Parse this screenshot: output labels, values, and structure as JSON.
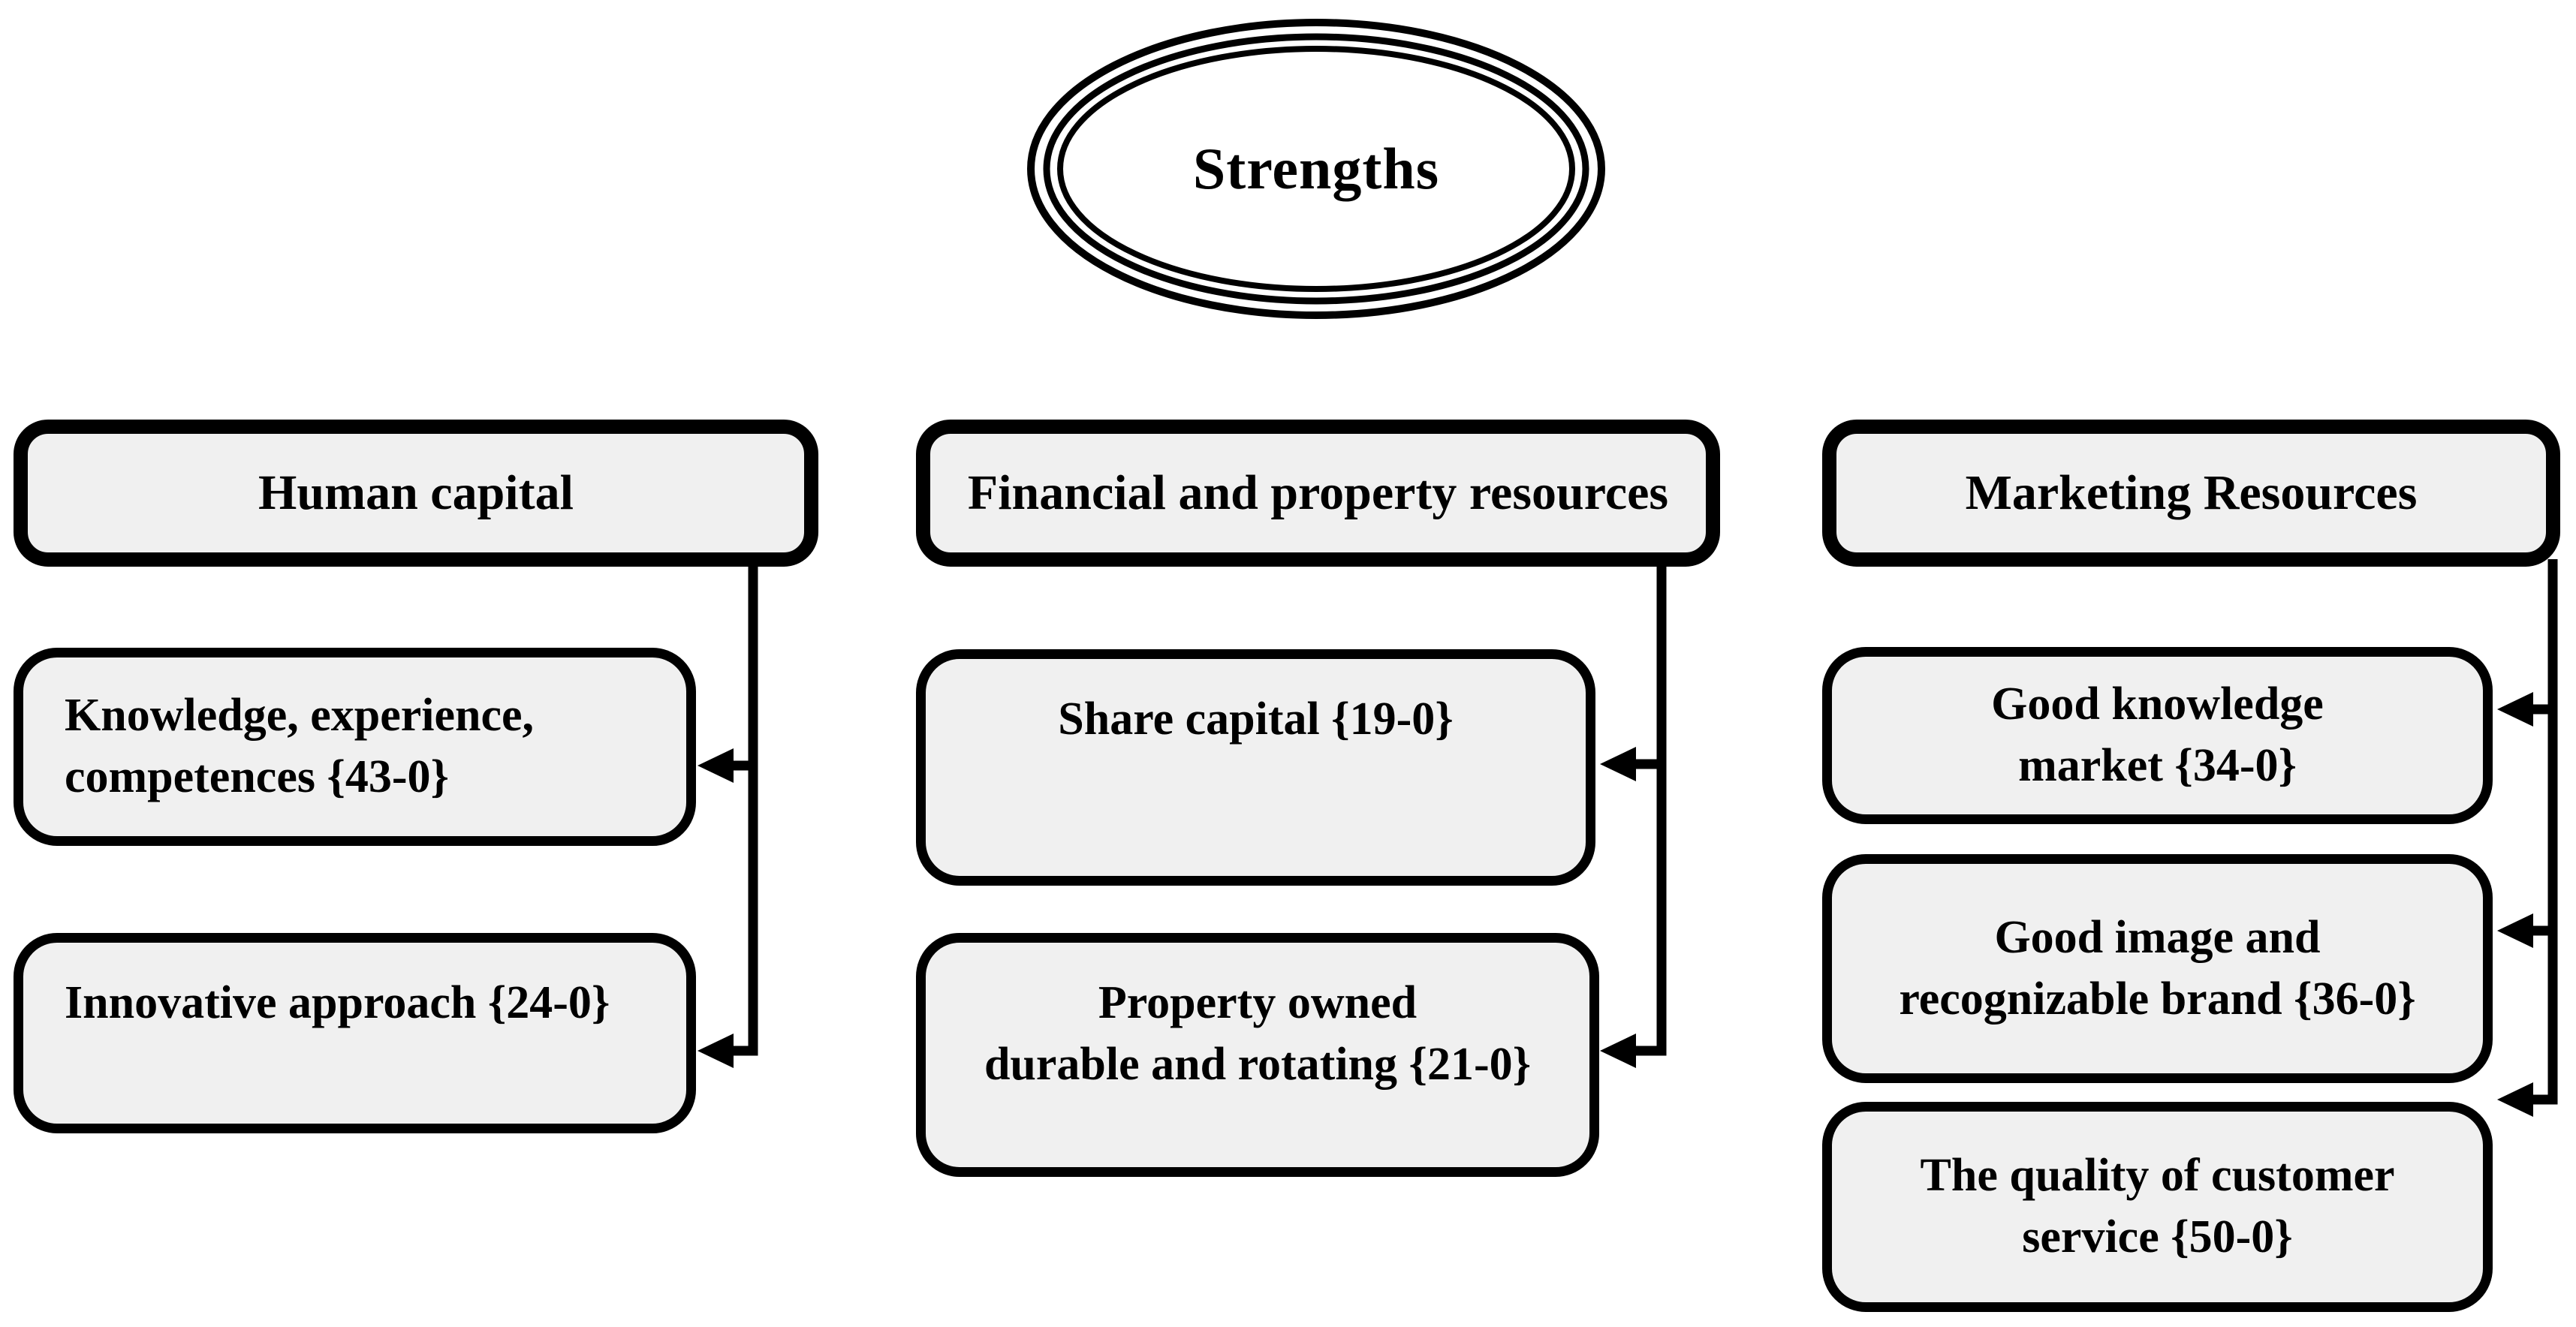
{
  "title": {
    "text": "Strengths"
  },
  "columns": [
    {
      "header": "Human capital",
      "children": [
        {
          "text": "Knowledge, experience,\ncompetences {43-0}"
        },
        {
          "text": "Innovative approach {24-0}"
        }
      ]
    },
    {
      "header": "Financial and property resources",
      "children": [
        {
          "text": "Share capital {19-0}"
        },
        {
          "text": "Property owned\ndurable and rotating {21-0}"
        }
      ]
    },
    {
      "header": "Marketing Resources",
      "children": [
        {
          "text": "Good knowledge\nmarket {34-0}"
        },
        {
          "text": "Good image and\nrecognizable brand {36-0}"
        },
        {
          "text": "The quality of customer\nservice {50-0}"
        }
      ]
    }
  ],
  "style": {
    "box_fill": "#f0f0f0",
    "line_color": "#000000",
    "background": "#ffffff"
  }
}
